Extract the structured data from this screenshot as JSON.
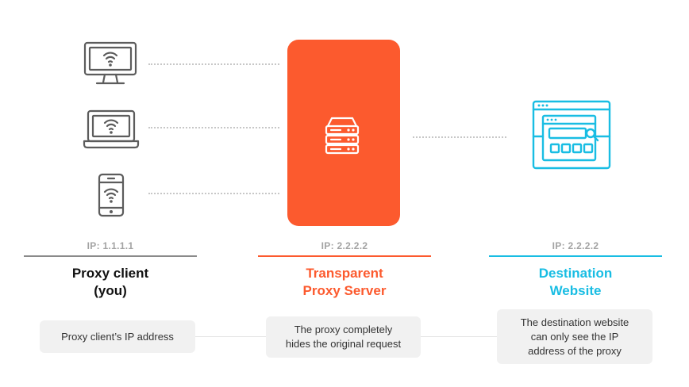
{
  "colors": {
    "client": "#8a8a8a",
    "proxy": "#fc5a2e",
    "destination": "#19bde3",
    "icon_gray": "#5c5c5c"
  },
  "icons": [
    "desktop-wifi-icon",
    "laptop-wifi-icon",
    "phone-wifi-icon",
    "server-icon",
    "website-icon"
  ],
  "client": {
    "ip": "IP: 1.1.1.1",
    "title_line1": "Proxy client",
    "title_line2": "(you)",
    "note": "Proxy client’s IP address"
  },
  "proxy": {
    "ip": "IP: 2.2.2.2",
    "title_line1": "Transparent",
    "title_line2": "Proxy Server",
    "note_line1": "The proxy completely",
    "note_line2": "hides the original request"
  },
  "destination": {
    "ip": "IP: 2.2.2.2",
    "title_line1": "Destination",
    "title_line2": "Website",
    "note_line1": "The destination website",
    "note_line2": "can only see the IP",
    "note_line3": "address of the proxy"
  }
}
